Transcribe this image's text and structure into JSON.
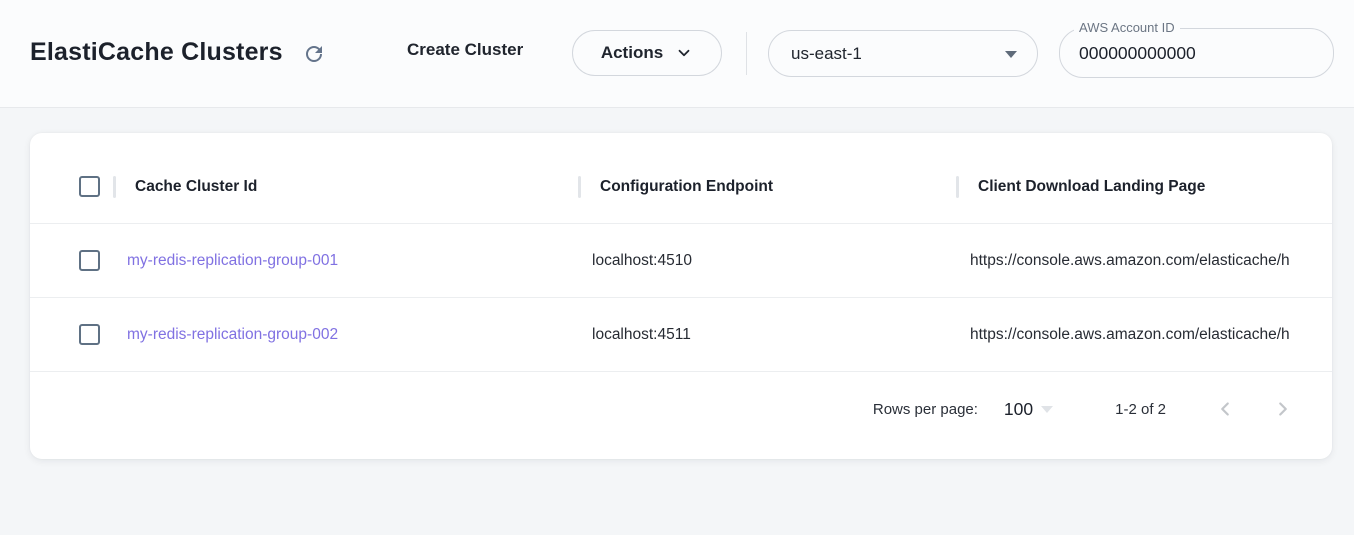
{
  "header": {
    "title": "ElastiCache Clusters",
    "create_cluster_label": "Create Cluster",
    "actions_label": "Actions",
    "region_selected": "us-east-1",
    "account_id_label": "AWS Account ID",
    "account_id_value": "000000000000"
  },
  "table": {
    "columns": [
      "Cache Cluster Id",
      "Configuration Endpoint",
      "Client Download Landing Page"
    ],
    "rows": [
      {
        "cache_cluster_id": "my-redis-replication-group-001",
        "configuration_endpoint": "localhost:4510",
        "client_download_landing_page": "https://console.aws.amazon.com/elasticache/h"
      },
      {
        "cache_cluster_id": "my-redis-replication-group-002",
        "configuration_endpoint": "localhost:4511",
        "client_download_landing_page": "https://console.aws.amazon.com/elasticache/h"
      }
    ]
  },
  "pagination": {
    "rows_per_page_label": "Rows per page:",
    "rows_per_page_value": "100",
    "range_label": "1-2 of 2"
  },
  "icons": {
    "refresh": "refresh-icon",
    "actions_chevron": "chevron-down-icon",
    "region_caret": "caret-down-icon",
    "rows_per_page_caret": "caret-down-icon",
    "prev_page": "chevron-left-icon",
    "next_page": "chevron-right-icon"
  },
  "colors": {
    "link": "#8071e2",
    "icon_gray": "#64748b",
    "disabled_chevron": "#c3c6ca",
    "checkbox_border": "#5f7184",
    "card_background": "#ffffff",
    "page_background": "#f4f6f8"
  }
}
